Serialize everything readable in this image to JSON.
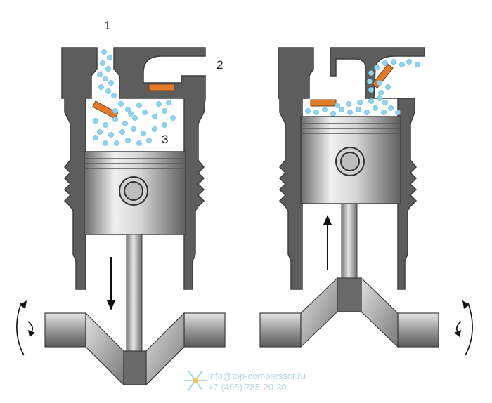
{
  "labels": {
    "inlet_port": "1",
    "outlet_port": "2",
    "cylinder_chamber": "3"
  },
  "watermark": {
    "email": "info@top-compressor.ru",
    "phone": "+7 (495) 785-20-30"
  },
  "colors": {
    "housing": "#5d5d5d",
    "housing_edge": "#3e3e3e",
    "valve": "#e07a2c",
    "gas": "#8fd3ee",
    "piston_light": "#ededed",
    "piston_dark": "#6e6e6e"
  },
  "strokes": [
    {
      "name": "intake-stroke",
      "piston_motion": "down",
      "crank_rotation": "counterclockwise"
    },
    {
      "name": "discharge-stroke",
      "piston_motion": "up",
      "crank_rotation": "clockwise"
    }
  ]
}
